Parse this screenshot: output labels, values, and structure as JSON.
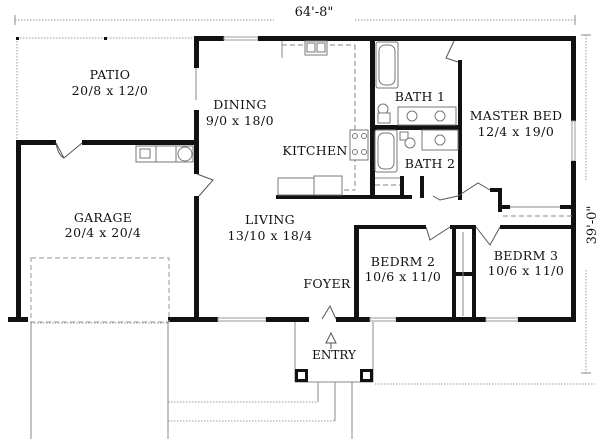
{
  "plan": {
    "overall_width": "64'-8\"",
    "overall_depth": "39'-0\"",
    "rooms": [
      {
        "name": "PATIO",
        "dims": "20/8 x 12/0"
      },
      {
        "name": "DINING",
        "dims": "9/0 x 18/0"
      },
      {
        "name": "KITCHEN",
        "dims": ""
      },
      {
        "name": "BATH 1",
        "dims": ""
      },
      {
        "name": "MASTER BED",
        "dims": "12/4 x 19/0"
      },
      {
        "name": "BATH 2",
        "dims": ""
      },
      {
        "name": "GARAGE",
        "dims": "20/4 x 20/4"
      },
      {
        "name": "LIVING",
        "dims": "13/10 x 18/4"
      },
      {
        "name": "BEDRM 2",
        "dims": "10/6 x 11/0"
      },
      {
        "name": "BEDRM 3",
        "dims": "10/6 x 11/0"
      },
      {
        "name": "FOYER",
        "dims": ""
      }
    ],
    "entry_label": "ENTRY",
    "colors": {
      "wall": "#111111",
      "line": "#888888",
      "background": "#ffffff"
    }
  }
}
